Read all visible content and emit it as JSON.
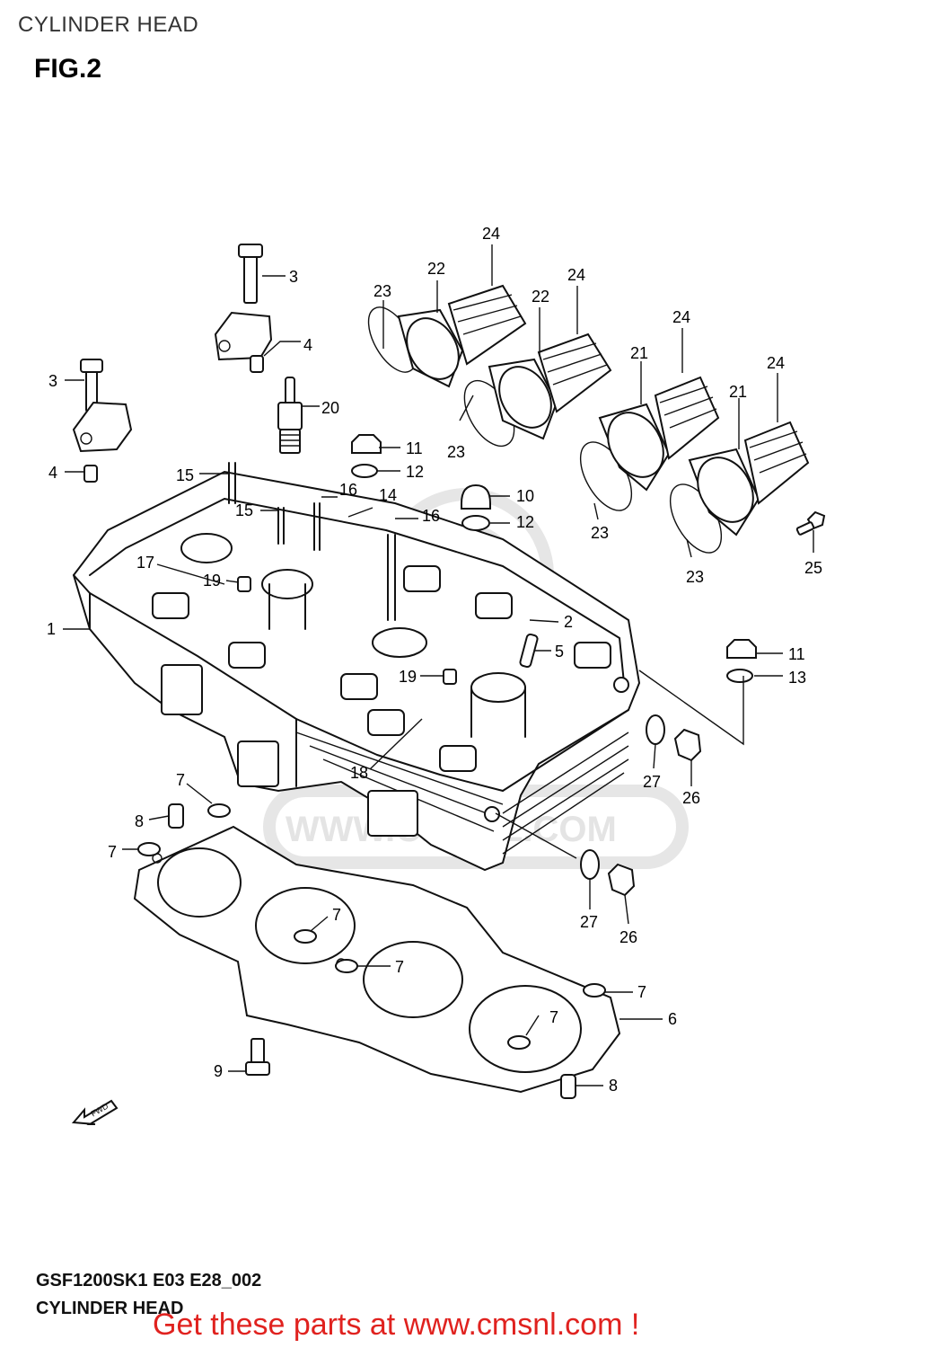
{
  "header": {
    "title": "CYLINDER HEAD"
  },
  "figure": {
    "label": "FIG.2"
  },
  "watermark": {
    "text": "WWW.CMSNL.COM"
  },
  "fwd": {
    "label": "FWD"
  },
  "footer": {
    "code": "GSF1200SK1 E03 E28_002",
    "title": "CYLINDER HEAD",
    "promo": "Get these parts at www.cmsnl.com !"
  },
  "callouts": {
    "c3a": "3",
    "c3b": "3",
    "c4a": "4",
    "c4b": "4",
    "c20": "20",
    "c11a": "11",
    "c12a": "12",
    "c10": "10",
    "c12b": "12",
    "c15a": "15",
    "c15b": "15",
    "c16a": "16",
    "c16b": "16",
    "c14": "14",
    "c17": "17",
    "c19a": "19",
    "c19b": "19",
    "c1": "1",
    "c2": "2",
    "c5": "5",
    "c18": "18",
    "c11b": "11",
    "c13": "13",
    "c27a": "27",
    "c26a": "26",
    "c27b": "27",
    "c26b": "26",
    "c7a": "7",
    "c8a": "8",
    "c7b": "7",
    "c7c": "7",
    "c7d": "7",
    "c7e": "7",
    "c7f": "7",
    "c6": "6",
    "c9": "9",
    "c8b": "8",
    "c22a": "22",
    "c22b": "22",
    "c23a": "23",
    "c23b": "23",
    "c23c": "23",
    "c23d": "23",
    "c24a": "24",
    "c24b": "24",
    "c24c": "24",
    "c24d": "24",
    "c21a": "21",
    "c21b": "21",
    "c25": "25"
  },
  "colors": {
    "promo": "#e0221f",
    "line": "#111111",
    "watermark": "#e4e4e4"
  }
}
